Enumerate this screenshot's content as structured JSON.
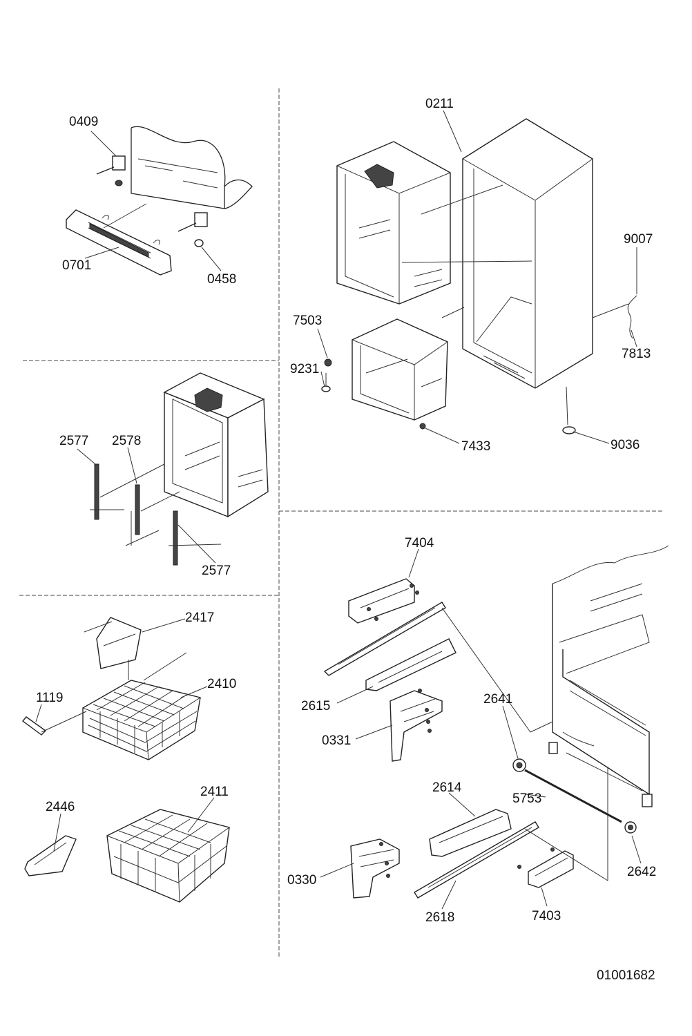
{
  "labels": {
    "p0409": "0409",
    "p0701": "0701",
    "p0458": "0458",
    "p0211": "0211",
    "p9007": "9007",
    "p7813": "7813",
    "p7503": "7503",
    "p9231": "9231",
    "p7433": "7433",
    "p9036": "9036",
    "p2577a": "2577",
    "p2578": "2578",
    "p2577b": "2577",
    "p2417": "2417",
    "p2410": "2410",
    "p1119": "1119",
    "p2446": "2446",
    "p2411": "2411",
    "p7404": "7404",
    "p2615": "2615",
    "p0331": "0331",
    "p2641": "2641",
    "p2614": "2614",
    "p5753": "5753",
    "p0330": "0330",
    "p2642": "2642",
    "p2618": "2618",
    "p7403": "7403"
  },
  "drawing_number": "01001682"
}
